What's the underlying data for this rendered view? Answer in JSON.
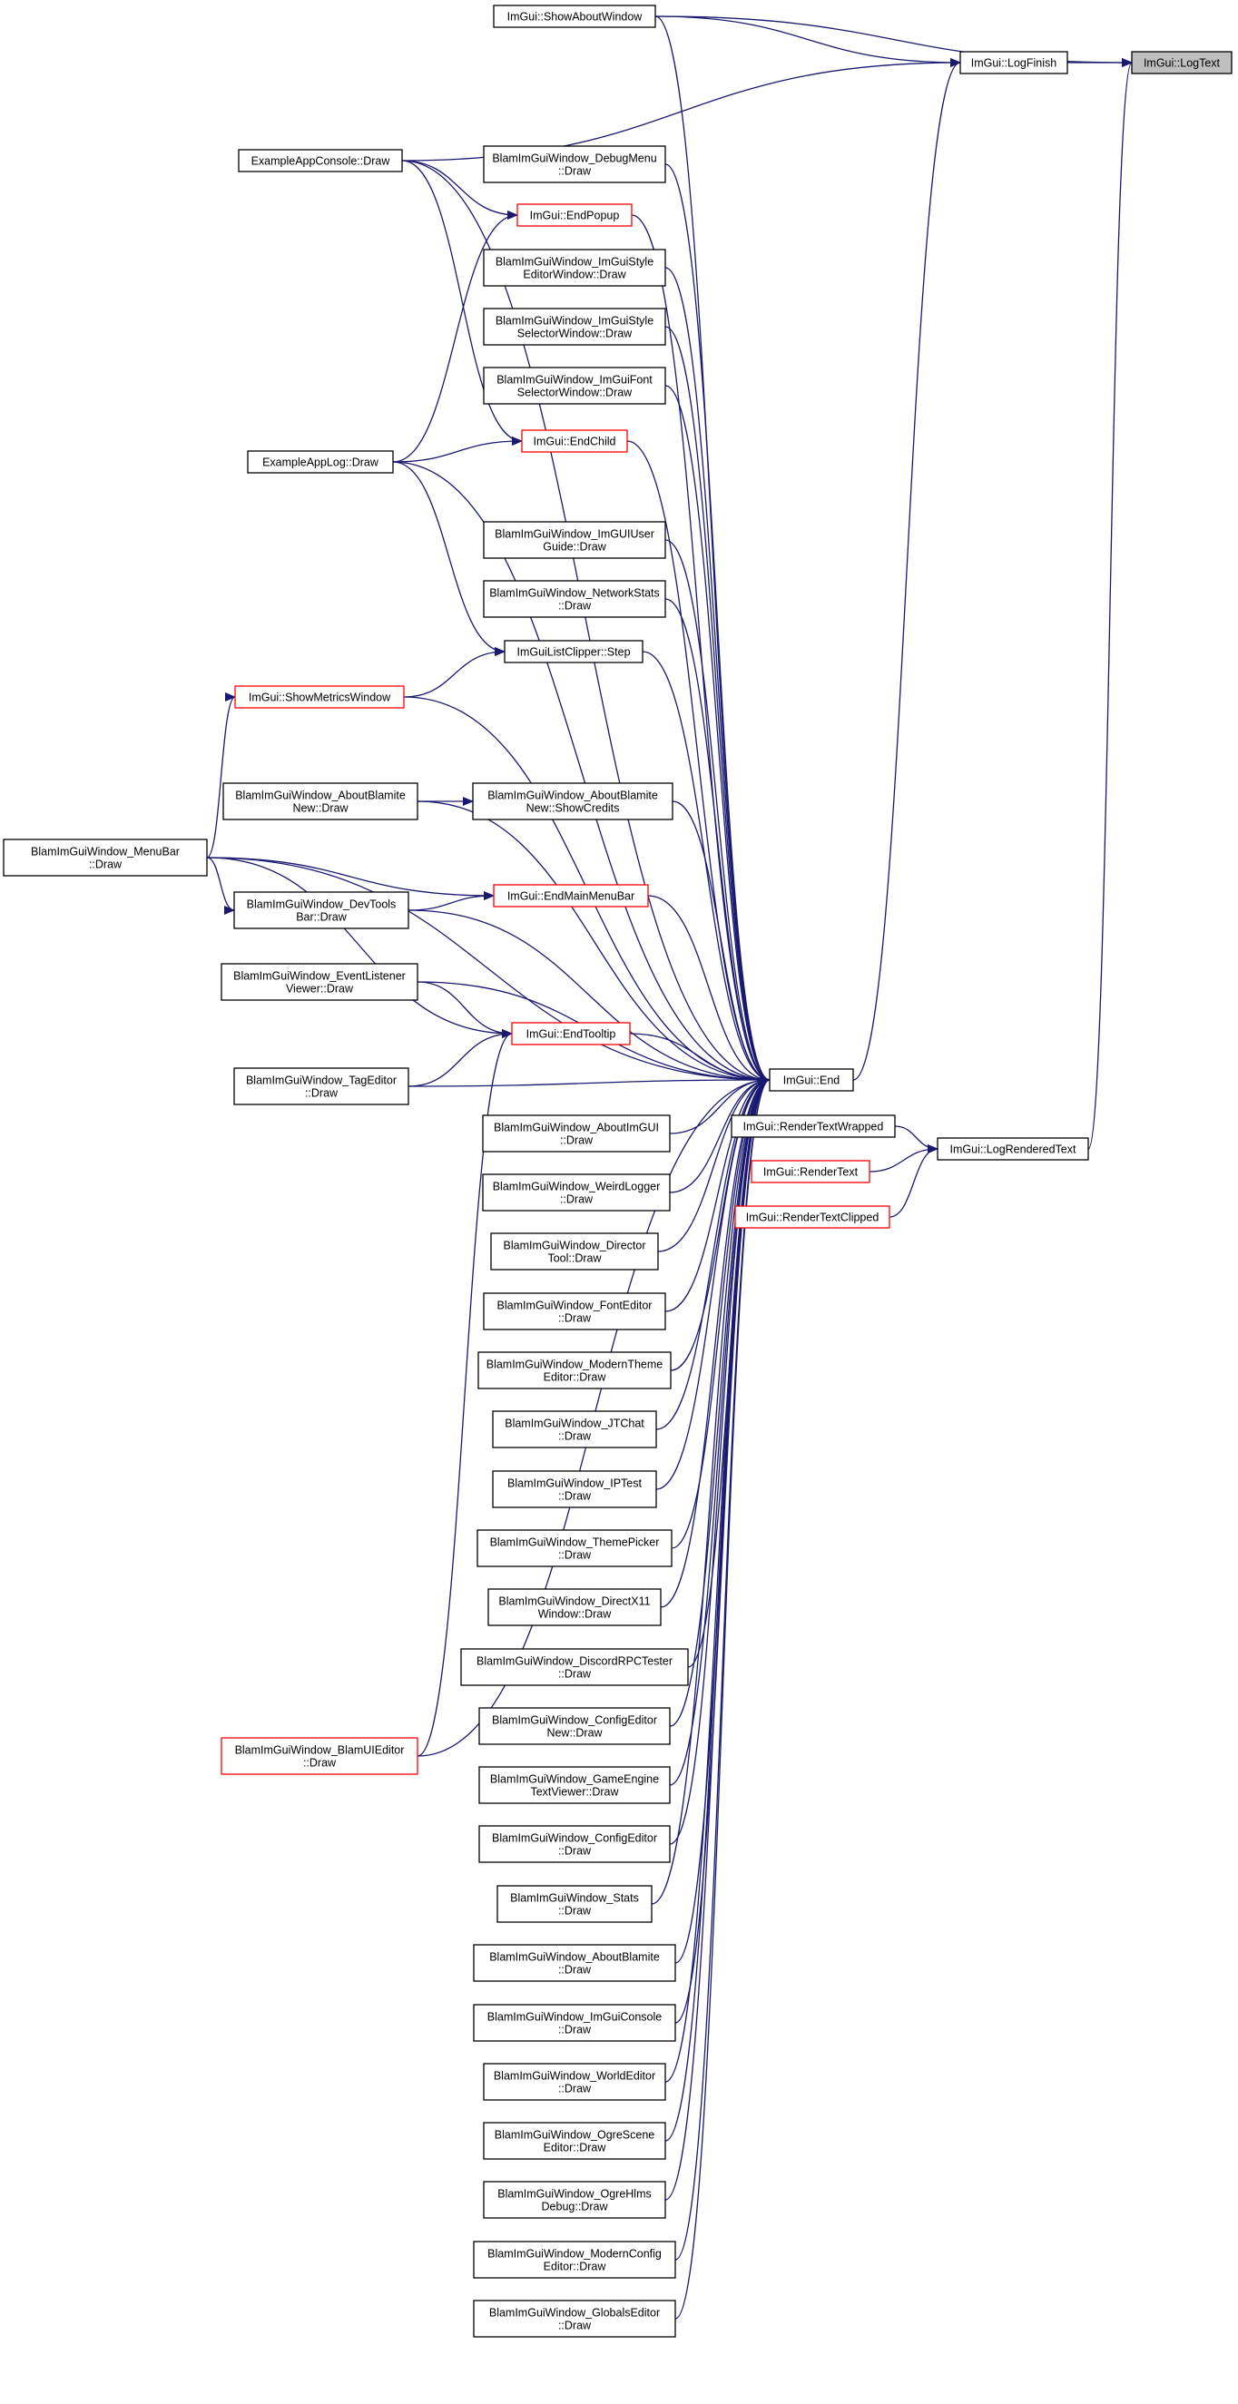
{
  "colors": {
    "edge": "#191970",
    "node_border": "#000000",
    "node_border_truncated": "#ff0000",
    "highlight_fill": "#bfbfbf"
  },
  "nodes": [
    {
      "id": "logtext",
      "lines": [
        "ImGui::LogText"
      ],
      "style": "highlight"
    },
    {
      "id": "logfinish",
      "lines": [
        "ImGui::LogFinish"
      ]
    },
    {
      "id": "showabout",
      "lines": [
        "ImGui::ShowAboutWindow"
      ]
    },
    {
      "id": "appconsole",
      "lines": [
        "ExampleAppConsole::Draw"
      ]
    },
    {
      "id": "debugmenu",
      "lines": [
        "BlamImGuiWindow_DebugMenu",
        "::Draw"
      ]
    },
    {
      "id": "endpopup",
      "lines": [
        "ImGui::EndPopup"
      ],
      "style": "truncated"
    },
    {
      "id": "styleeditor",
      "lines": [
        "BlamImGuiWindow_ImGuiStyle",
        "EditorWindow::Draw"
      ]
    },
    {
      "id": "styleselector",
      "lines": [
        "BlamImGuiWindow_ImGuiStyle",
        "SelectorWindow::Draw"
      ]
    },
    {
      "id": "fontselector",
      "lines": [
        "BlamImGuiWindow_ImGuiFont",
        "SelectorWindow::Draw"
      ]
    },
    {
      "id": "applog",
      "lines": [
        "ExampleAppLog::Draw"
      ]
    },
    {
      "id": "endchild",
      "lines": [
        "ImGui::EndChild"
      ],
      "style": "truncated"
    },
    {
      "id": "userguide",
      "lines": [
        "BlamImGuiWindow_ImGUIUser",
        "Guide::Draw"
      ]
    },
    {
      "id": "netstats",
      "lines": [
        "BlamImGuiWindow_NetworkStats",
        "::Draw"
      ]
    },
    {
      "id": "clipperstep",
      "lines": [
        "ImGuiListClipper::Step"
      ]
    },
    {
      "id": "metrics",
      "lines": [
        "ImGui::ShowMetricsWindow"
      ],
      "style": "truncated"
    },
    {
      "id": "menubar",
      "lines": [
        "BlamImGuiWindow_MenuBar",
        "::Draw"
      ]
    },
    {
      "id": "aboutblamitenew",
      "lines": [
        "BlamImGuiWindow_AboutBlamite",
        "New::Draw"
      ]
    },
    {
      "id": "showcredits",
      "lines": [
        "BlamImGuiWindow_AboutBlamite",
        "New::ShowCredits"
      ]
    },
    {
      "id": "endmainmenubar",
      "lines": [
        "ImGui::EndMainMenuBar"
      ],
      "style": "truncated"
    },
    {
      "id": "devtoolsbar",
      "lines": [
        "BlamImGuiWindow_DevTools",
        "Bar::Draw"
      ]
    },
    {
      "id": "eventlistener",
      "lines": [
        "BlamImGuiWindow_EventListener",
        "Viewer::Draw"
      ]
    },
    {
      "id": "endtooltip",
      "lines": [
        "ImGui::EndTooltip"
      ],
      "style": "truncated"
    },
    {
      "id": "tageditor",
      "lines": [
        "BlamImGuiWindow_TagEditor",
        "::Draw"
      ]
    },
    {
      "id": "end",
      "lines": [
        "ImGui::End"
      ]
    },
    {
      "id": "aboutimgui",
      "lines": [
        "BlamImGuiWindow_AboutImGUI",
        "::Draw"
      ]
    },
    {
      "id": "weirdlogger",
      "lines": [
        "BlamImGuiWindow_WeirdLogger",
        "::Draw"
      ]
    },
    {
      "id": "directortool",
      "lines": [
        "BlamImGuiWindow_Director",
        "Tool::Draw"
      ]
    },
    {
      "id": "fonteditor",
      "lines": [
        "BlamImGuiWindow_FontEditor",
        "::Draw"
      ]
    },
    {
      "id": "modernthemeeditor",
      "lines": [
        "BlamImGuiWindow_ModernTheme",
        "Editor::Draw"
      ]
    },
    {
      "id": "jtchat",
      "lines": [
        "BlamImGuiWindow_JTChat",
        "::Draw"
      ]
    },
    {
      "id": "iptest",
      "lines": [
        "BlamImGuiWindow_IPTest",
        "::Draw"
      ]
    },
    {
      "id": "themepicker",
      "lines": [
        "BlamImGuiWindow_ThemePicker",
        "::Draw"
      ]
    },
    {
      "id": "directx11",
      "lines": [
        "BlamImGuiWindow_DirectX11",
        "Window::Draw"
      ]
    },
    {
      "id": "discordrpc",
      "lines": [
        "BlamImGuiWindow_DiscordRPCTester",
        "::Draw"
      ]
    },
    {
      "id": "configeditornew",
      "lines": [
        "BlamImGuiWindow_ConfigEditor",
        "New::Draw"
      ]
    },
    {
      "id": "gameenginetext",
      "lines": [
        "BlamImGuiWindow_GameEngine",
        "TextViewer::Draw"
      ]
    },
    {
      "id": "configeditor",
      "lines": [
        "BlamImGuiWindow_ConfigEditor",
        "::Draw"
      ]
    },
    {
      "id": "stats",
      "lines": [
        "BlamImGuiWindow_Stats",
        "::Draw"
      ]
    },
    {
      "id": "aboutblamite",
      "lines": [
        "BlamImGuiWindow_AboutBlamite",
        "::Draw"
      ]
    },
    {
      "id": "imguiconsole",
      "lines": [
        "BlamImGuiWindow_ImGuiConsole",
        "::Draw"
      ]
    },
    {
      "id": "worldeditor",
      "lines": [
        "BlamImGuiWindow_WorldEditor",
        "::Draw"
      ]
    },
    {
      "id": "ogresceneeditor",
      "lines": [
        "BlamImGuiWindow_OgreScene",
        "Editor::Draw"
      ]
    },
    {
      "id": "ogrehlms",
      "lines": [
        "BlamImGuiWindow_OgreHlms",
        "Debug::Draw"
      ]
    },
    {
      "id": "modernconfigeditor",
      "lines": [
        "BlamImGuiWindow_ModernConfig",
        "Editor::Draw"
      ]
    },
    {
      "id": "globalseditor",
      "lines": [
        "BlamImGuiWindow_GlobalsEditor",
        "::Draw"
      ]
    },
    {
      "id": "blamuieditor",
      "lines": [
        "BlamImGuiWindow_BlamUIEditor",
        "::Draw"
      ],
      "style": "truncated"
    },
    {
      "id": "rendertextwrapped",
      "lines": [
        "ImGui::RenderTextWrapped"
      ]
    },
    {
      "id": "rendertext",
      "lines": [
        "ImGui::RenderText"
      ],
      "style": "truncated"
    },
    {
      "id": "rendertextclipped",
      "lines": [
        "ImGui::RenderTextClipped"
      ],
      "style": "truncated"
    },
    {
      "id": "logrenderedtext",
      "lines": [
        "ImGui::LogRenderedText"
      ]
    }
  ],
  "edges": [
    {
      "from": "logfinish",
      "to": "logtext"
    },
    {
      "from": "showabout",
      "to": "logtext"
    },
    {
      "from": "logrenderedtext",
      "to": "logtext"
    },
    {
      "from": "appconsole",
      "to": "logfinish"
    },
    {
      "from": "showabout",
      "to": "logfinish"
    },
    {
      "from": "end",
      "to": "logfinish"
    },
    {
      "from": "appconsole",
      "to": "endpopup"
    },
    {
      "from": "appconsole",
      "to": "endchild"
    },
    {
      "from": "applog",
      "to": "endpopup"
    },
    {
      "from": "applog",
      "to": "endchild"
    },
    {
      "from": "applog",
      "to": "clipperstep"
    },
    {
      "from": "metrics",
      "to": "clipperstep"
    },
    {
      "from": "menubar",
      "to": "metrics"
    },
    {
      "from": "aboutblamitenew",
      "to": "showcredits"
    },
    {
      "from": "menubar",
      "to": "endmainmenubar"
    },
    {
      "from": "devtoolsbar",
      "to": "endmainmenubar"
    },
    {
      "from": "menubar",
      "to": "devtoolsbar"
    },
    {
      "from": "menubar",
      "to": "endtooltip"
    },
    {
      "from": "eventlistener",
      "to": "endtooltip"
    },
    {
      "from": "tageditor",
      "to": "endtooltip"
    },
    {
      "from": "blamuieditor",
      "to": "endtooltip"
    },
    {
      "from": "endtooltip",
      "to": "end"
    },
    {
      "from": "endpopup",
      "to": "end"
    },
    {
      "from": "endchild",
      "to": "end"
    },
    {
      "from": "endmainmenubar",
      "to": "end"
    },
    {
      "from": "clipperstep",
      "to": "end"
    },
    {
      "from": "showcredits",
      "to": "end"
    },
    {
      "from": "showabout",
      "to": "end"
    },
    {
      "from": "appconsole",
      "to": "end"
    },
    {
      "from": "debugmenu",
      "to": "end"
    },
    {
      "from": "styleeditor",
      "to": "end"
    },
    {
      "from": "styleselector",
      "to": "end"
    },
    {
      "from": "fontselector",
      "to": "end"
    },
    {
      "from": "applog",
      "to": "end"
    },
    {
      "from": "userguide",
      "to": "end"
    },
    {
      "from": "netstats",
      "to": "end"
    },
    {
      "from": "metrics",
      "to": "end"
    },
    {
      "from": "menubar",
      "to": "end"
    },
    {
      "from": "aboutblamitenew",
      "to": "end"
    },
    {
      "from": "devtoolsbar",
      "to": "end"
    },
    {
      "from": "eventlistener",
      "to": "end"
    },
    {
      "from": "tageditor",
      "to": "end"
    },
    {
      "from": "aboutimgui",
      "to": "end"
    },
    {
      "from": "weirdlogger",
      "to": "end"
    },
    {
      "from": "directortool",
      "to": "end"
    },
    {
      "from": "fonteditor",
      "to": "end"
    },
    {
      "from": "modernthemeeditor",
      "to": "end"
    },
    {
      "from": "jtchat",
      "to": "end"
    },
    {
      "from": "iptest",
      "to": "end"
    },
    {
      "from": "themepicker",
      "to": "end"
    },
    {
      "from": "directx11",
      "to": "end"
    },
    {
      "from": "discordrpc",
      "to": "end"
    },
    {
      "from": "configeditornew",
      "to": "end"
    },
    {
      "from": "gameenginetext",
      "to": "end"
    },
    {
      "from": "configeditor",
      "to": "end"
    },
    {
      "from": "stats",
      "to": "end"
    },
    {
      "from": "aboutblamite",
      "to": "end"
    },
    {
      "from": "imguiconsole",
      "to": "end"
    },
    {
      "from": "worldeditor",
      "to": "end"
    },
    {
      "from": "ogresceneeditor",
      "to": "end"
    },
    {
      "from": "ogrehlms",
      "to": "end"
    },
    {
      "from": "modernconfigeditor",
      "to": "end"
    },
    {
      "from": "globalseditor",
      "to": "end"
    },
    {
      "from": "blamuieditor",
      "to": "end"
    },
    {
      "from": "rendertextwrapped",
      "to": "logrenderedtext"
    },
    {
      "from": "rendertext",
      "to": "logrenderedtext"
    },
    {
      "from": "rendertextclipped",
      "to": "logrenderedtext"
    }
  ]
}
